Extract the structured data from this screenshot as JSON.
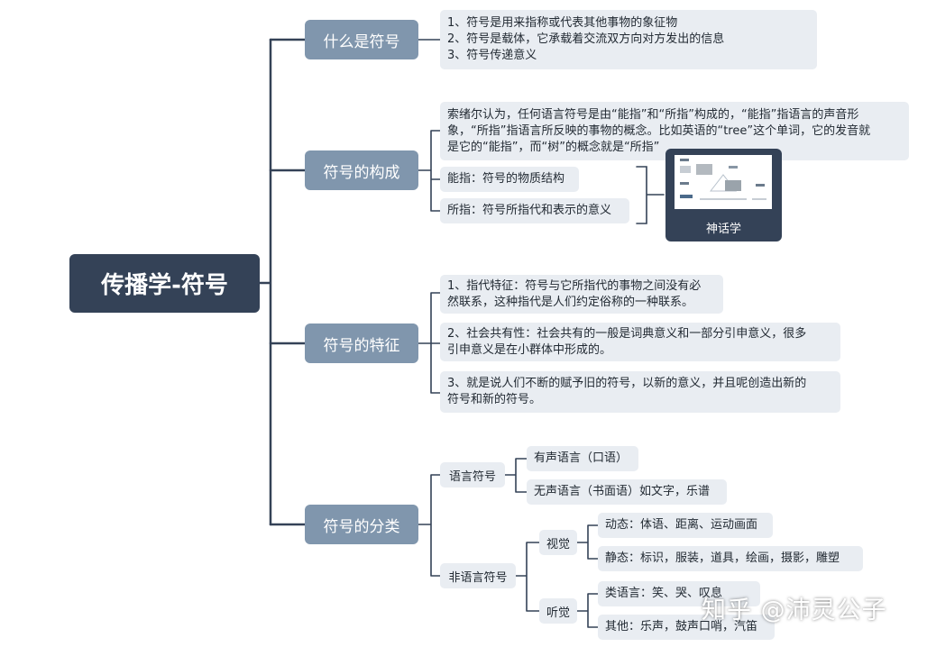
{
  "root": {
    "label": "传播学-符号"
  },
  "branches": [
    {
      "label": "什么是符号",
      "items": [
        [
          "1、符号是用来指称或代表其他事物的象征物",
          "2、符号是载体，它承载着交流双方向对方发出的信息",
          "3、符号传递意义"
        ]
      ]
    },
    {
      "label": "符号的构成",
      "items": [
        [
          "索绪尔认为，任何语言符号是由“能指”和“所指”构成的，“能指”指语言的声音形",
          "象，“所指”指语言所反映的事物的概念。比如英语的“tree”这个单词，它的发音就",
          "是它的“能指”，而“树”的概念就是“所指”"
        ],
        [
          "能指：符号的物质结构"
        ],
        [
          "所指：符号所指代和表示的意义"
        ]
      ],
      "image_caption": "神话学"
    },
    {
      "label": "符号的特征",
      "items": [
        [
          "1、指代特征：符号与它所指代的事物之间没有必",
          "然联系，这种指代是人们约定俗称的一种联系。"
        ],
        [
          "2、社会共有性：社会共有的一般是词典意义和一部分引申意义，很多",
          "引申意义是在小群体中形成的。"
        ],
        [
          "3、就是说人们不断的赋予旧的符号，以新的意义，并且呢创造出新的",
          "符号和新的符号。"
        ]
      ]
    },
    {
      "label": "符号的分类",
      "verbal": {
        "label": "语言符号",
        "items": [
          "有声语言（口语）",
          "无声语言（书面语）如文字，乐谱"
        ]
      },
      "nonverbal": {
        "label": "非语言符号",
        "visual": {
          "label": "视觉",
          "items": [
            "动态：体语、距离、运动画面",
            "静态：标识，服装，道具，绘画，摄影，雕塑"
          ]
        },
        "auditory": {
          "label": "听觉",
          "items": [
            "类语言：笑、哭、叹息",
            "其他：乐声，鼓声口哨，汽笛"
          ]
        }
      }
    }
  ],
  "watermark": "知乎 @沛灵公子",
  "colors": {
    "root": "#344257",
    "branch": "#8096ad",
    "leaf": "#e9edf2",
    "line": "#344257"
  }
}
